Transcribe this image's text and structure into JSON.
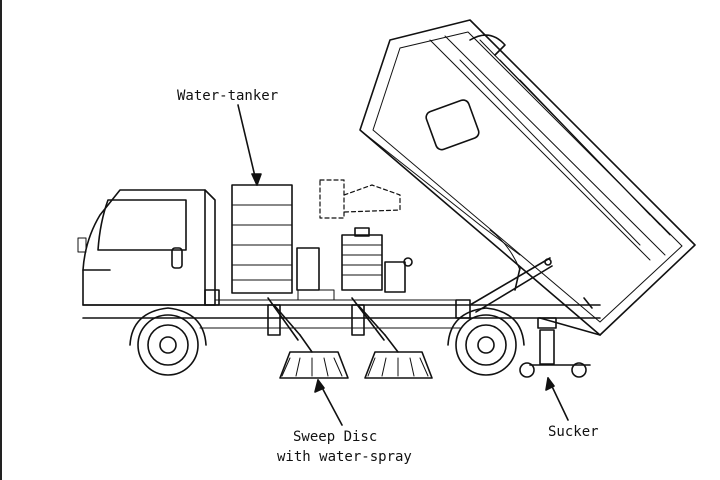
{
  "labels": {
    "water_tanker": "Water-tanker",
    "sweep_disc_line1": "Sweep Disc",
    "sweep_disc_line2": "with water-spray",
    "sucker": "Sucker"
  }
}
